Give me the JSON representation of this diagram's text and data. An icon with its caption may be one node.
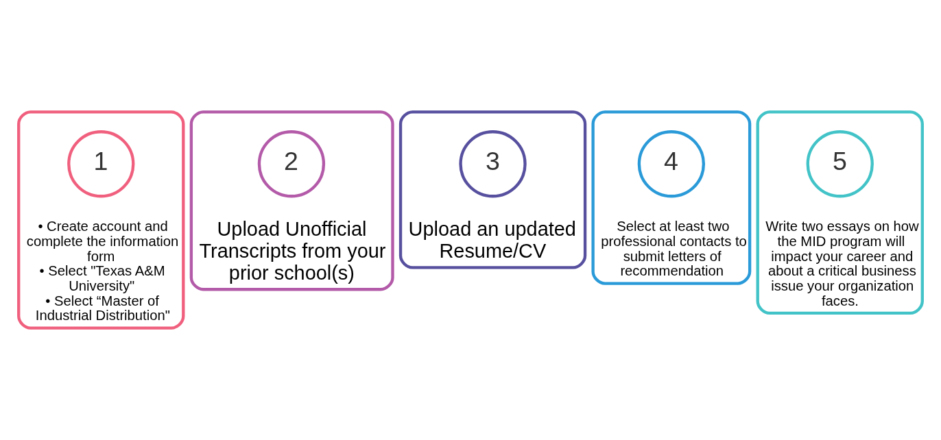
{
  "diagram": {
    "nodes": [
      {
        "text": [
          "• Create account and complete the information form",
          "• Select \"Texas A&M University\"",
          "• Select “Master of Industrial Distribution\""
        ]
      },
      {
        "text": [
          "1"
        ],
        "in": 0
      },
      {
        "text": [
          "Upload Unofficial Transcripts from your prior school(s)"
        ]
      },
      {
        "text": [
          "2"
        ],
        "in": 2
      },
      {
        "text": [
          "Upload an updated Resume/CV"
        ]
      },
      {
        "text": [
          "3"
        ],
        "in": 4
      },
      {
        "text": [
          "Select at least two professional contacts to submit letters of recommendation"
        ]
      },
      {
        "text": [
          "4"
        ],
        "in": 6
      },
      {
        "text": [
          "Write two essays on how the MID program will impact your career and about a critical business issue your organization faces."
        ]
      },
      {
        "text": [
          "5"
        ],
        "in": 8
      }
    ]
  }
}
